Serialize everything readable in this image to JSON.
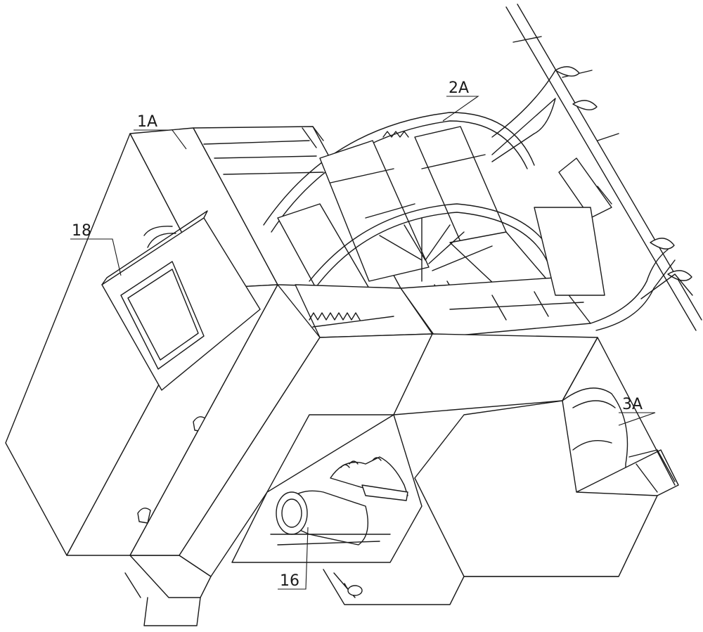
{
  "figure": {
    "labels": {
      "machine_body": "1A",
      "drum_assembly": "2A",
      "fan_housing": "3A",
      "control_panel": "18",
      "motor": "16"
    }
  }
}
